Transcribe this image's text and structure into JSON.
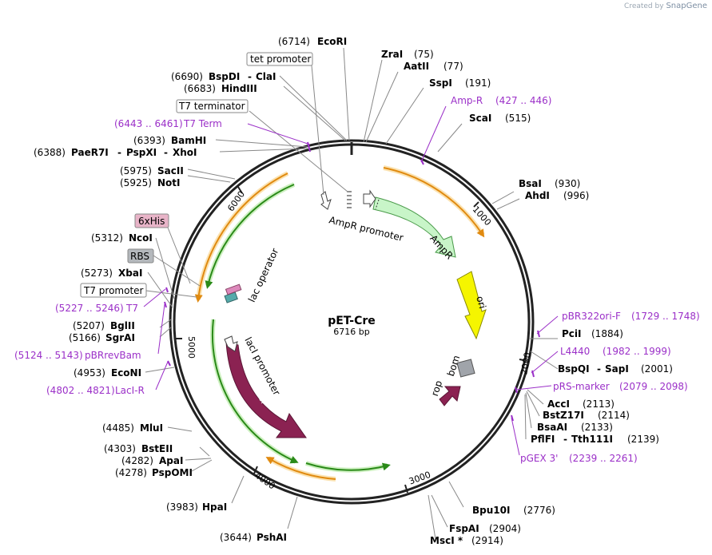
{
  "credit": {
    "prefix": "Created by",
    "brand": "SnapGene"
  },
  "plasmid": {
    "name": "pET-Cre",
    "length": "6716 bp"
  },
  "ticks": [
    "1000",
    "2000",
    "3000",
    "4000",
    "5000",
    "6000"
  ],
  "enzymes": [
    {
      "pos": "(6714)",
      "name": "EcoRI"
    },
    {
      "pos": "(75)",
      "name": "ZraI"
    },
    {
      "pos": "(77)",
      "name": "AatII"
    },
    {
      "pos": "(191)",
      "name": "SspI"
    },
    {
      "pos": "(515)",
      "name": "ScaI"
    },
    {
      "pos": "(930)",
      "name": "BsaI"
    },
    {
      "pos": "(996)",
      "name": "AhdI"
    },
    {
      "pos": "(1884)",
      "name": "PciI"
    },
    {
      "pos": "(2001)",
      "name": "BspQI",
      "name2": "SapI"
    },
    {
      "pos": "(2113)",
      "name": "AccI"
    },
    {
      "pos": "(2114)",
      "name": "BstZ17I"
    },
    {
      "pos": "(2133)",
      "name": "BsaAI"
    },
    {
      "pos": "(2139)",
      "name": "PflFI",
      "name2": "Tth111I"
    },
    {
      "pos": "(2776)",
      "name": "Bpu10I"
    },
    {
      "pos": "(2904)",
      "name": "FspAI"
    },
    {
      "pos": "(2914)",
      "name": "MscI *"
    },
    {
      "pos": "(3644)",
      "name": "PshAI"
    },
    {
      "pos": "(3983)",
      "name": "HpaI"
    },
    {
      "pos": "(4278)",
      "name": "PspOMI"
    },
    {
      "pos": "(4282)",
      "name": "ApaI"
    },
    {
      "pos": "(4303)",
      "name": "BstEII"
    },
    {
      "pos": "(4485)",
      "name": "MluI"
    },
    {
      "pos": "(4953)",
      "name": "EcoNI"
    },
    {
      "pos": "(5166)",
      "name": "SgrAI"
    },
    {
      "pos": "(5207)",
      "name": "BglII"
    },
    {
      "pos": "(5273)",
      "name": "XbaI"
    },
    {
      "pos": "(5312)",
      "name": "NcoI"
    },
    {
      "pos": "(5925)",
      "name": "NotI"
    },
    {
      "pos": "(5975)",
      "name": "SacII"
    },
    {
      "pos": "(6388)",
      "name": "PaeR7I",
      "name2": "PspXI",
      "name3": "XhoI"
    },
    {
      "pos": "(6393)",
      "name": "BamHI"
    },
    {
      "pos": "(6683)",
      "name": "HindIII"
    },
    {
      "pos": "(6690)",
      "name": "BspDI",
      "name2": "ClaI"
    }
  ],
  "primers": [
    {
      "name": "Amp-R",
      "range": "(427 .. 446)"
    },
    {
      "name": "pBR322ori-F",
      "range": "(1729 .. 1748)"
    },
    {
      "name": "L4440",
      "range": "(1982 .. 1999)"
    },
    {
      "name": "pRS-marker",
      "range": "(2079 .. 2098)"
    },
    {
      "name": "pGEX 3'",
      "range": "(2239 .. 2261)"
    },
    {
      "name": "LacI-R",
      "range": "(4802 .. 4821)"
    },
    {
      "name": "pBRrevBam",
      "range": "(5124 .. 5143)"
    },
    {
      "name": "T7",
      "range": "(5227 .. 5246)"
    },
    {
      "name": "T7 Term",
      "range": "(6443 .. 6461)"
    }
  ],
  "boxed": [
    {
      "label": "tet promoter"
    },
    {
      "label": "T7 terminator"
    },
    {
      "label": "6xHis"
    },
    {
      "label": "RBS"
    },
    {
      "label": "T7 promoter"
    }
  ],
  "inner": {
    "ampr_promoter": "AmpR promoter",
    "ampr": "AmpR",
    "ori": "ori",
    "bom": "bom",
    "rop": "rop",
    "laci_promoter": "lacI promoter",
    "laci": "lacI",
    "lac_operator": "lac operator"
  },
  "colors": {
    "backbone": "#222222",
    "primer": "#9b30c8",
    "ampr": "#c8f5c8",
    "ori": "#f5f500",
    "laci": "#8b2252",
    "rop": "#8b2252",
    "bom": "#a0a4aa",
    "orf_orange": "#f5a623",
    "orf_green": "#33aa22",
    "his": "#e8b4c8"
  }
}
